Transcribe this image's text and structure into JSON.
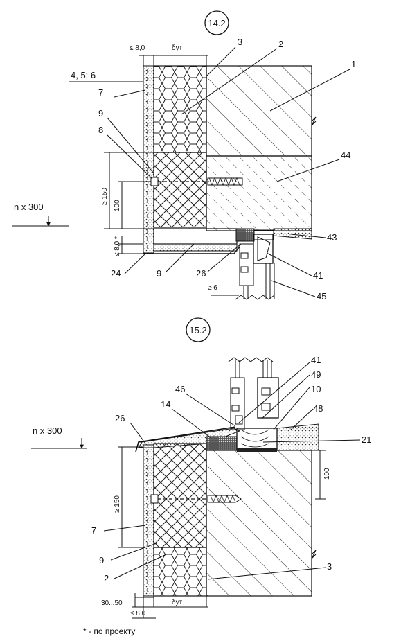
{
  "sections": [
    {
      "id": "14.2"
    },
    {
      "id": "15.2"
    }
  ],
  "labels14": {
    "l1": "1",
    "l2": "2",
    "l3": "3",
    "l456": "4, 5; 6",
    "l7": "7",
    "l9a": "9",
    "l8": "8",
    "l44": "44",
    "l43": "43",
    "l41": "41",
    "l45": "45",
    "l24": "24",
    "l9b": "9",
    "l26": "26"
  },
  "dims14": {
    "top_le8": "≤ 8,0",
    "delta": "δут",
    "ge150": "≥ 150",
    "d100": "100",
    "le8_star": "≤ 8,0 *",
    "ge6": "≥ 6",
    "nx300": "n x 300"
  },
  "labels15": {
    "l41": "41",
    "l49": "49",
    "l10": "10",
    "l48": "48",
    "l46": "46",
    "l14": "14",
    "l26": "26",
    "l21": "21",
    "l7": "7",
    "l9": "9",
    "l2": "2",
    "l3": "3"
  },
  "dims15": {
    "nx300": "n x 300",
    "ge150": "≥ 150",
    "d100": "100",
    "d30_50": "30...50",
    "delta": "δут",
    "le8": "≤ 8,0"
  },
  "footnote": "* - по проекту"
}
